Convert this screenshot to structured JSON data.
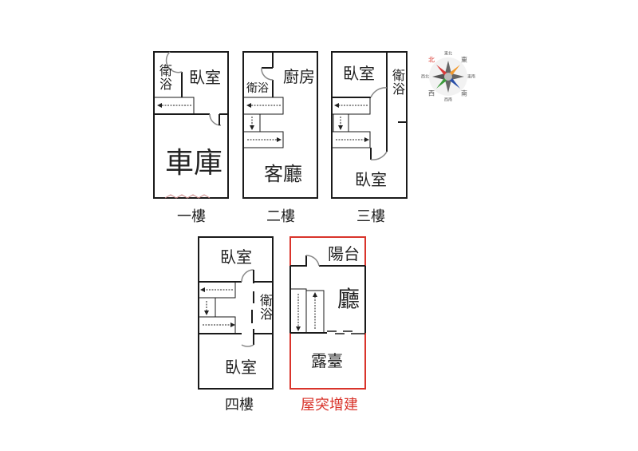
{
  "floors": [
    {
      "caption": "一樓",
      "rooms": {
        "bath": "衛浴",
        "bedroom": "臥室",
        "garage": "車庫"
      }
    },
    {
      "caption": "二樓",
      "rooms": {
        "bath": "衛浴",
        "kitchen": "廚房",
        "living": "客廳"
      }
    },
    {
      "caption": "三樓",
      "rooms": {
        "bedroom_top": "臥室",
        "bath": "衛浴",
        "bedroom_bottom": "臥室"
      }
    },
    {
      "caption": "四樓",
      "rooms": {
        "bedroom_top": "臥室",
        "bath": "衛浴",
        "bedroom_bottom": "臥室"
      }
    },
    {
      "caption": "屋突增建",
      "rooms": {
        "balcony": "陽台",
        "hall": "廳",
        "terrace": "露臺"
      }
    }
  ],
  "compass": {
    "north": "北",
    "northeast": "東北",
    "east": "東",
    "southeast": "東南",
    "south": "南",
    "southwest": "西南",
    "west": "西",
    "northwest": "西北"
  },
  "colors": {
    "wall": "#1a1a1a",
    "addition": "#d9342b",
    "door": "#888888"
  }
}
